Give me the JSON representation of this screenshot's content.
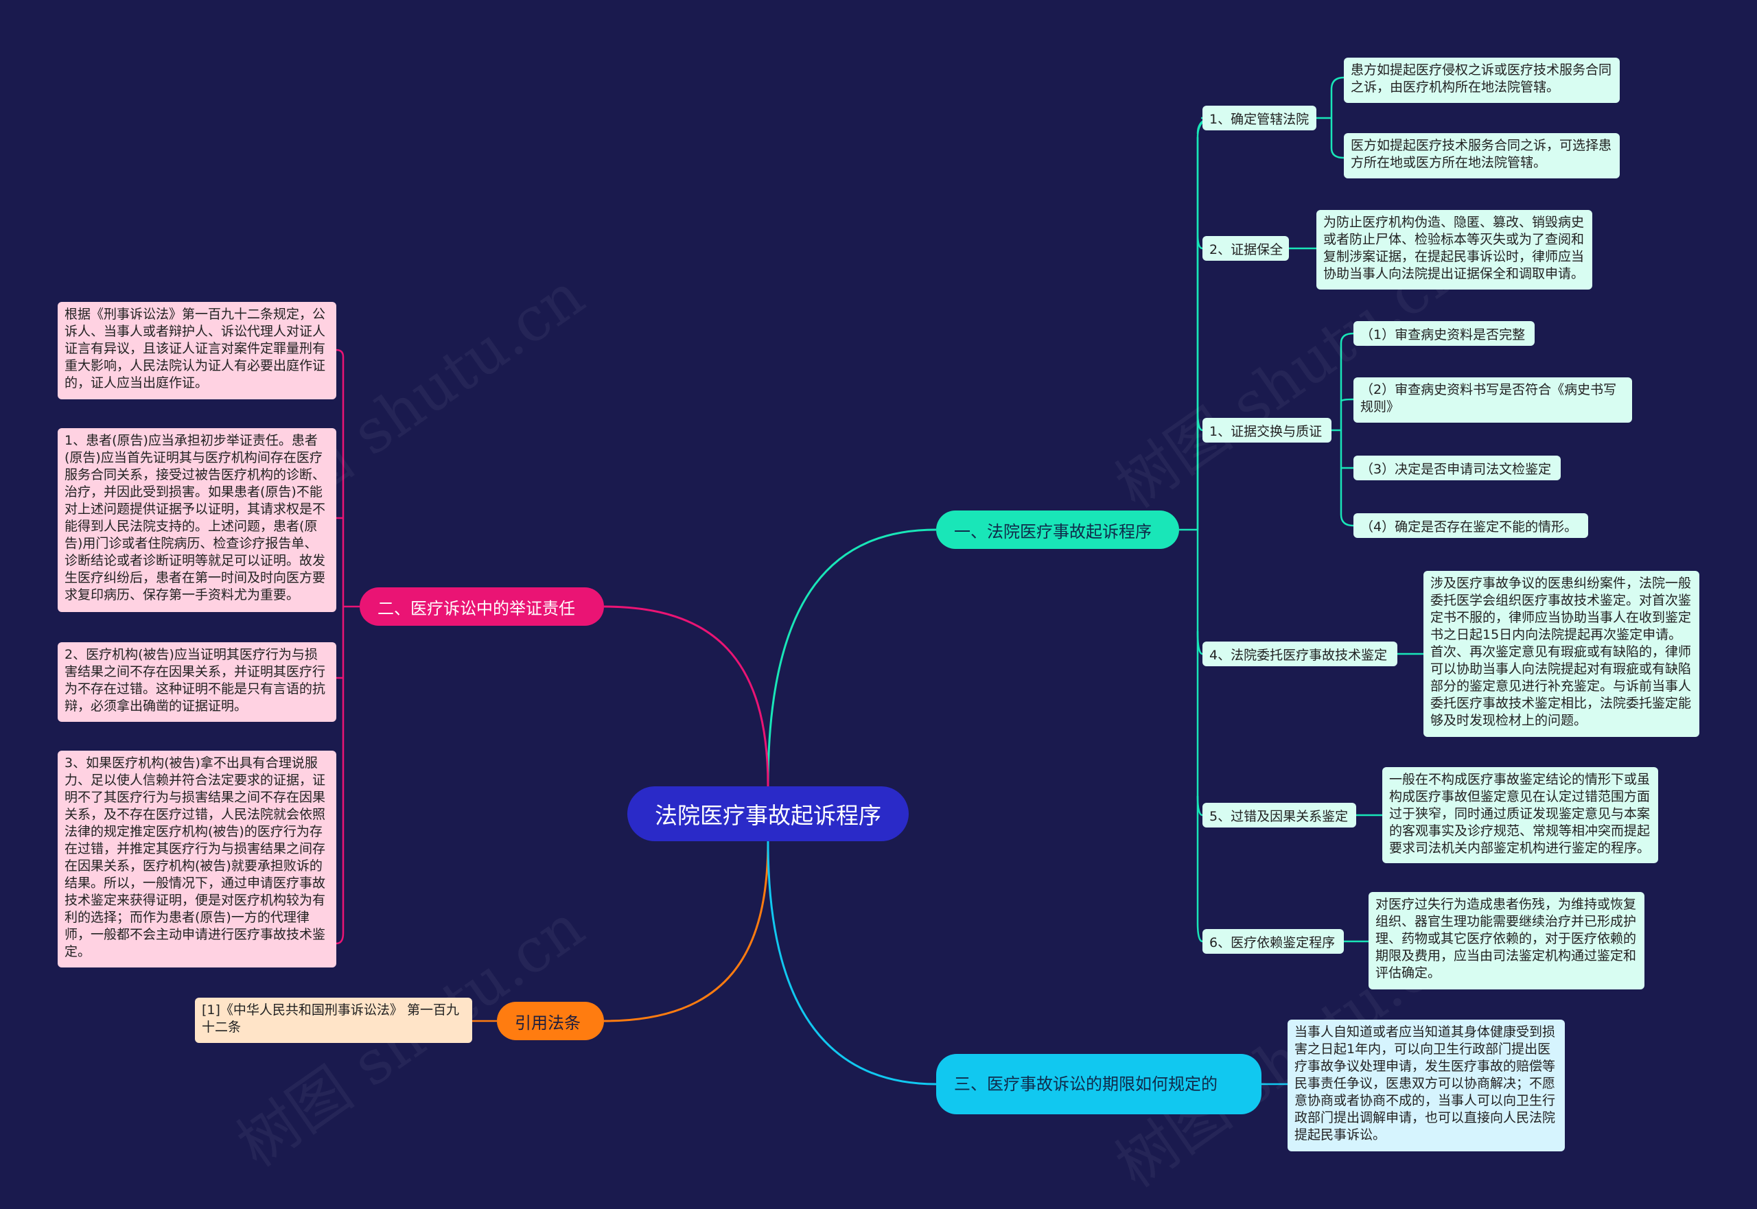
{
  "watermark": "树图 shutu.cn",
  "root": {
    "label": "法院医疗事故起诉程序"
  },
  "branches": {
    "procedure": {
      "label": "一、法院医疗事故起诉程序",
      "items": [
        {
          "label": "1、确定管辖法院",
          "details": [
            "患方如提起医疗侵权之诉或医疗技术服务合同之诉，由医疗机构所在地法院管辖。",
            "医方如提起医疗技术服务合同之诉，可选择患方所在地或医方所在地法院管辖。"
          ]
        },
        {
          "label": "2、证据保全",
          "details": [
            "为防止医疗机构伪造、隐匿、篡改、销毁病史或者防止尸体、检验标本等灭失或为了查阅和复制涉案证据，在提起民事诉讼时，律师应当协助当事人向法院提出证据保全和调取申请。"
          ]
        },
        {
          "label": "1、证据交换与质证",
          "details": [
            "（1）审查病史资料是否完整",
            "（2）审查病史资料书写是否符合《病史书写规则》",
            "（3）决定是否申请司法文检鉴定",
            "（4）确定是否存在鉴定不能的情形。"
          ]
        },
        {
          "label": "4、法院委托医疗事故技术鉴定",
          "details": [
            "涉及医疗事故争议的医患纠纷案件，法院一般委托医学会组织医疗事故技术鉴定。对首次鉴定书不服的，律师应当协助当事人在收到鉴定书之日起15日内向法院提起再次鉴定申请。首次、再次鉴定意见有瑕疵或有缺陷的，律师可以协助当事人向法院提起对有瑕疵或有缺陷部分的鉴定意见进行补充鉴定。与诉前当事人委托医疗事故技术鉴定相比，法院委托鉴定能够及时发现检材上的问题。"
          ]
        },
        {
          "label": "5、过错及因果关系鉴定",
          "details": [
            "一般在不构成医疗事故鉴定结论的情形下或虽构成医疗事故但鉴定意见在认定过错范围方面过于狭窄，同时通过质证发现鉴定意见与本案的客观事实及诊疗规范、常规等相冲突而提起要求司法机关内部鉴定机构进行鉴定的程序。"
          ]
        },
        {
          "label": "6、医疗依赖鉴定程序",
          "details": [
            "对医疗过失行为造成患者伤残，为维持或恢复组织、器官生理功能需要继续治疗并已形成护理、药物或其它医疗依赖的，对于医疗依赖的期限及费用，应当由司法鉴定机构通过鉴定和评估确定。"
          ]
        }
      ]
    },
    "burden": {
      "label": "二、医疗诉讼中的举证责任",
      "details": [
        "根据《刑事诉讼法》第一百九十二条规定，公诉人、当事人或者辩护人、诉讼代理人对证人证言有异议，且该证人证言对案件定罪量刑有重大影响，人民法院认为证人有必要出庭作证的，证人应当出庭作证。",
        "1、患者(原告)应当承担初步举证责任。患者(原告)应当首先证明其与医疗机构间存在医疗服务合同关系，接受过被告医疗机构的诊断、治疗，并因此受到损害。如果患者(原告)不能对上述问题提供证据予以证明，其请求权是不能得到人民法院支持的。上述问题，患者(原告)用门诊或者住院病历、检查诊疗报告单、诊断结论或者诊断证明等就足可以证明。故发生医疗纠纷后，患者在第一时间及时向医方要求复印病历、保存第一手资料尤为重要。",
        "2、医疗机构(被告)应当证明其医疗行为与损害结果之间不存在因果关系，并证明其医疗行为不存在过错。这种证明不能是只有言语的抗辩，必须拿出确凿的证据证明。",
        "3、如果医疗机构(被告)拿不出具有合理说服力、足以使人信赖并符合法定要求的证据，证明不了其医疗行为与损害结果之间不存在因果关系，及不存在医疗过错，人民法院就会依照法律的规定推定医疗机构(被告)的医疗行为存在过错，并推定其医疗行为与损害结果之间存在因果关系，医疗机构(被告)就要承担败诉的结果。所以，一般情况下，通过申请医疗事故技术鉴定来获得证明，便是对医疗机构较为有利的选择；而作为患者(原告)一方的代理律师，一般都不会主动申请进行医疗事故技术鉴定。"
      ]
    },
    "citation": {
      "label": "引用法条",
      "details": [
        "[1]《中华人民共和国刑事诉讼法》 第一百九十二条"
      ]
    },
    "limitation": {
      "label": "三、医疗事故诉讼的期限如何规定的",
      "details": [
        "当事人自知道或者应当知道其身体健康受到损害之日起1年内，可以向卫生行政部门提出医疗事故争议处理申请，发生医疗事故的赔偿等民事责任争议，医患双方可以协商解决；不愿意协商或者协商不成的，当事人可以向卫生行政部门提出调解申请，也可以直接向人民法院提起民事诉讼。"
      ]
    }
  },
  "colors": {
    "background": "#1a1a4e",
    "root": "#2a2ac8",
    "procedure": "#19e6b8",
    "burden": "#ea1474",
    "citation": "#ff7c10",
    "limitation": "#11c8f0"
  }
}
